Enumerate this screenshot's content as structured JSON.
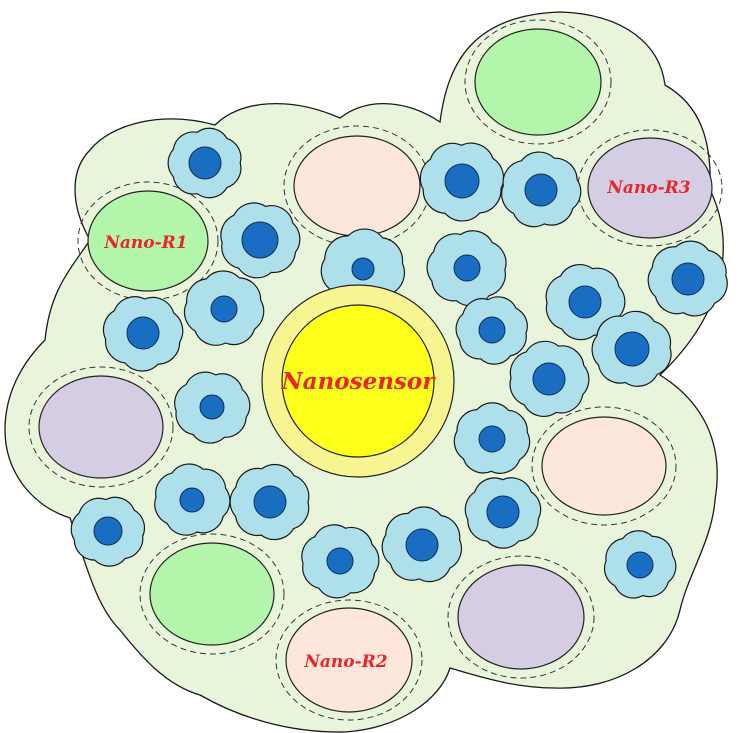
{
  "labels": {
    "center": "Nanosensor",
    "r1": "Nano-R1",
    "r2": "Nano-R2",
    "r3": "Nano-R3"
  },
  "colors": {
    "tissue": "#e9f5da",
    "green_cell": "#b3f6ab",
    "peach_cell": "#fde6dc",
    "lavender_cell": "#d5cde3",
    "flower_fill": "#aee0ec",
    "nucleus": "#1a6ec1",
    "sensor_outer": "#f7f591",
    "sensor_inner": "#ffff1c",
    "label_red": "#e8262a"
  },
  "icons": [
    "flower-cell-icon",
    "nucleus-icon"
  ]
}
